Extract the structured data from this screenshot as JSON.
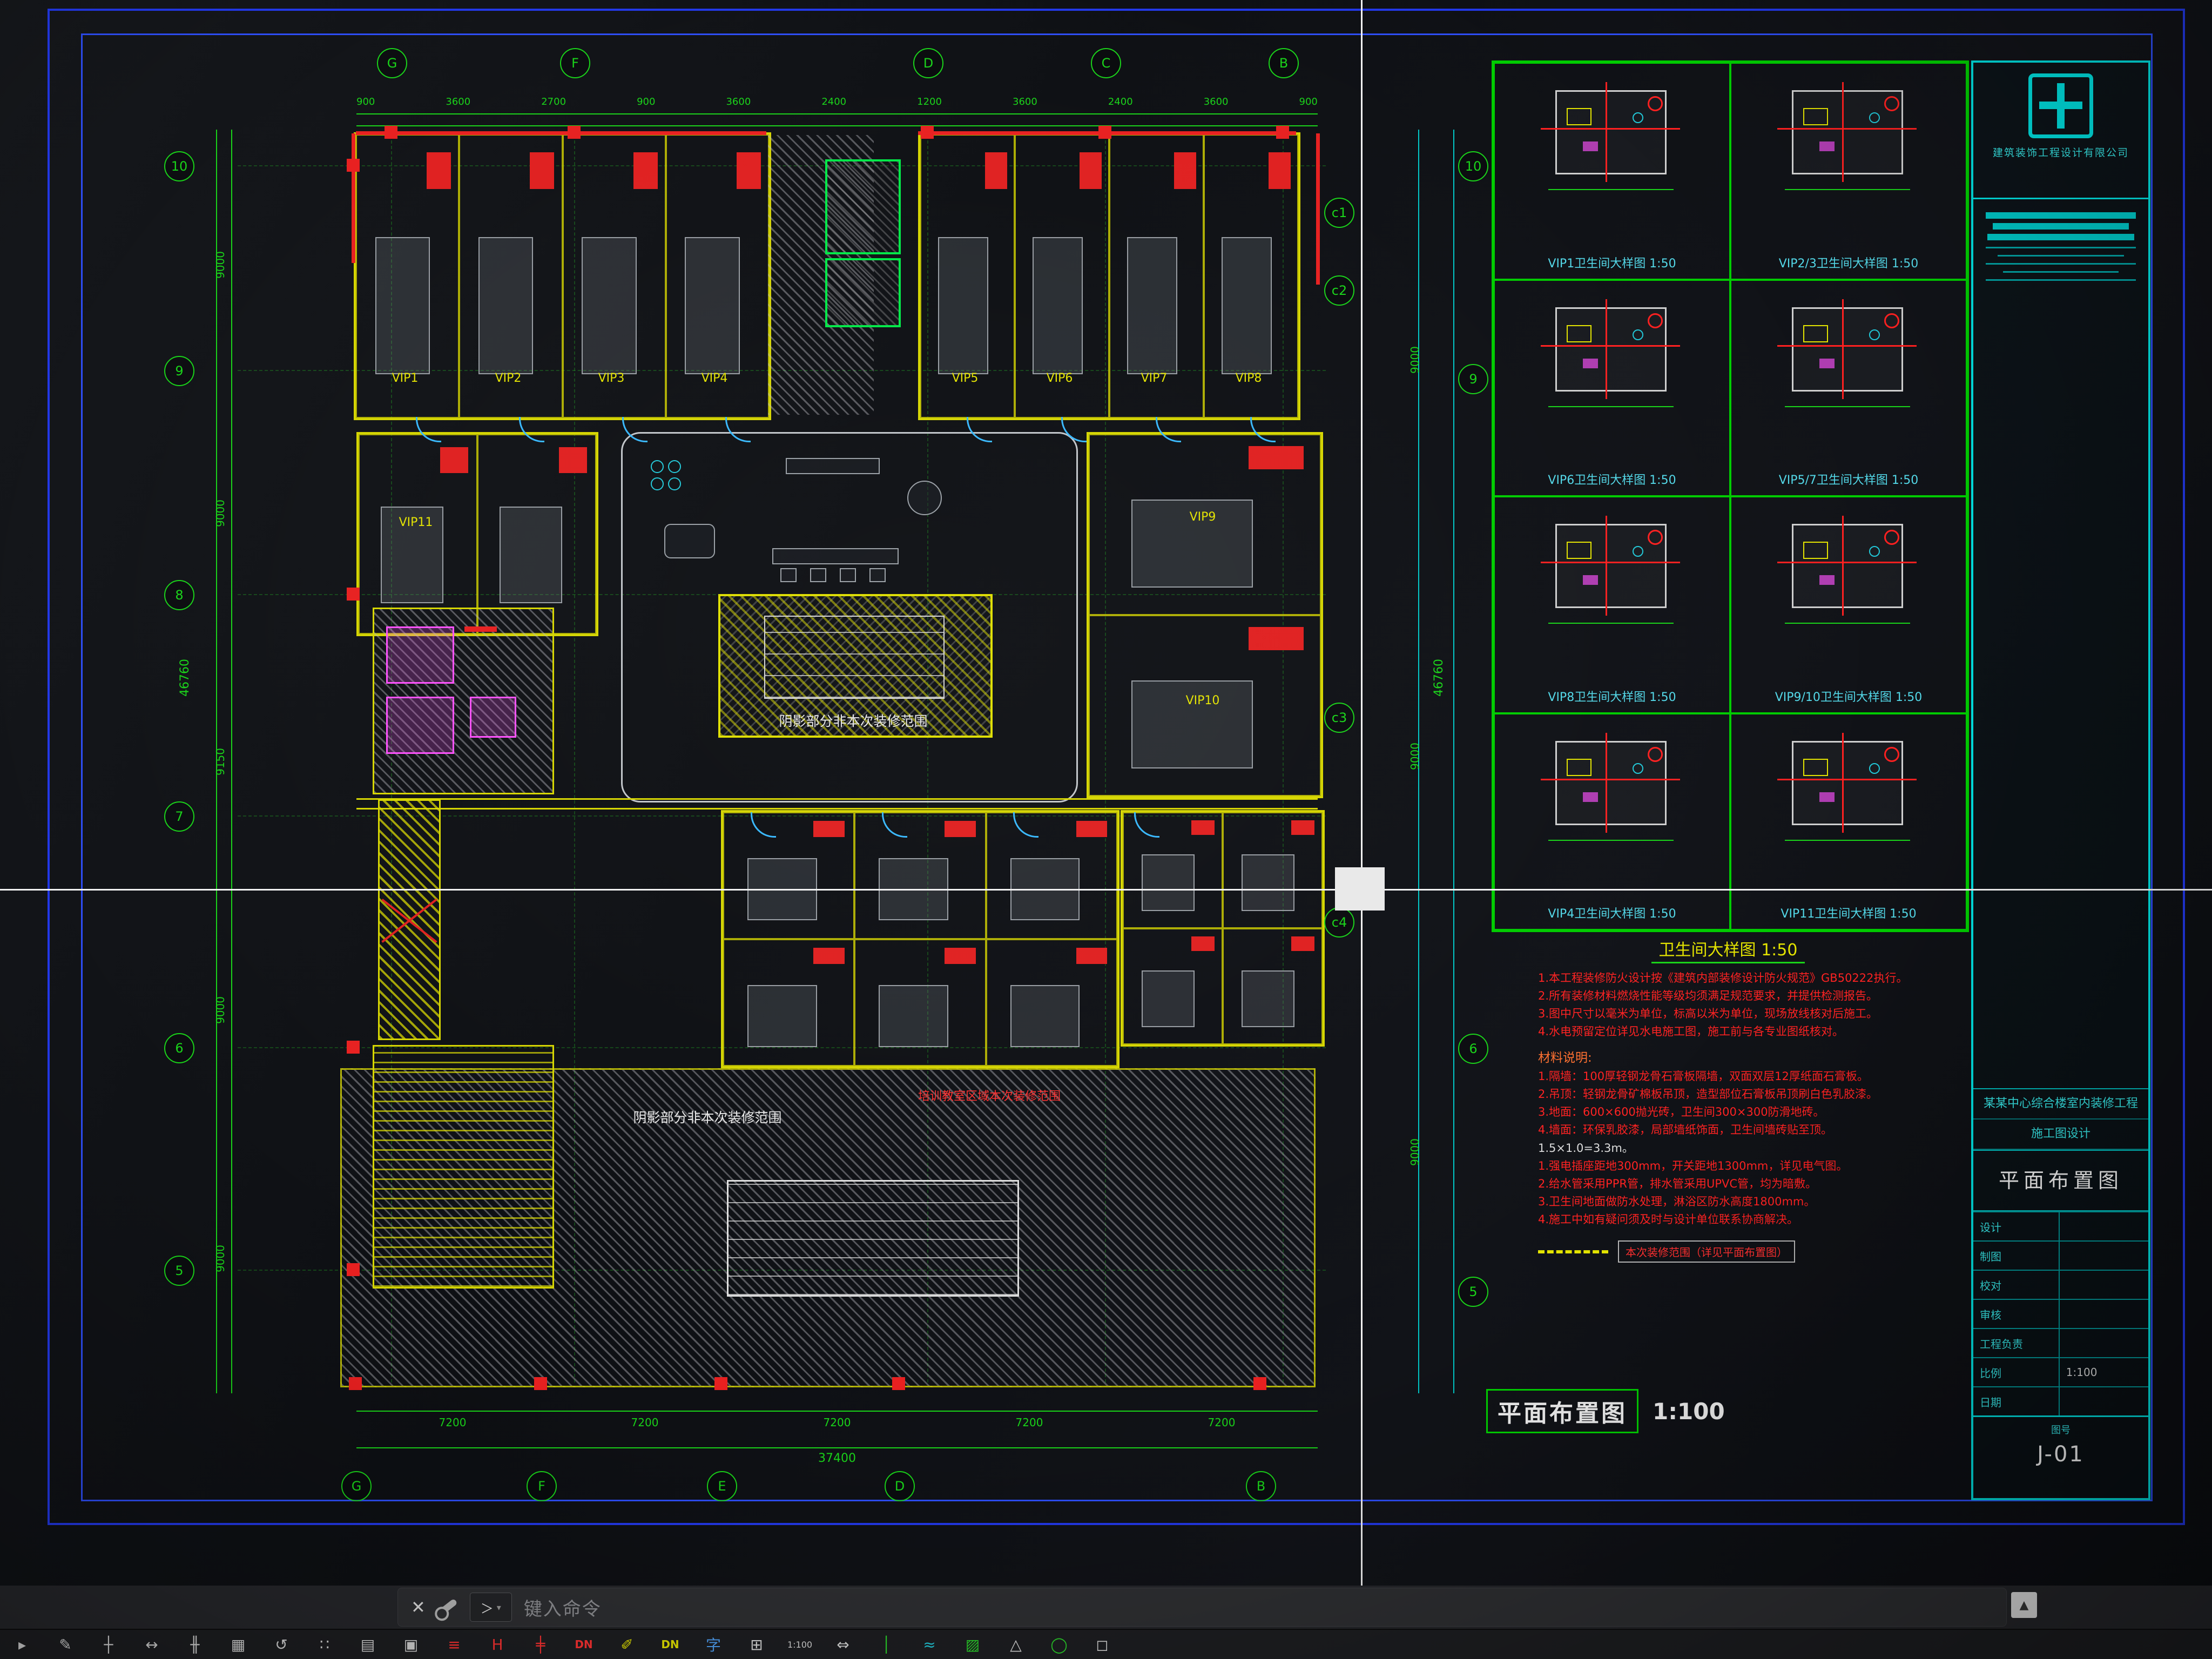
{
  "plan": {
    "grid_top": [
      "G",
      "F",
      "D",
      "C",
      "B"
    ],
    "grid_bottom": [
      "G",
      "F",
      "E",
      "D",
      "B"
    ],
    "grid_left": [
      "10",
      "9",
      "8",
      "7",
      "6",
      "5"
    ],
    "grid_right": [
      "c1",
      "c2",
      "c3",
      "c4"
    ],
    "grid_right_section": [
      "10",
      "9",
      "6",
      "5"
    ],
    "dims_top": [
      "900",
      "3600",
      "2700",
      "900",
      "3600",
      "2400",
      "1200",
      "3600",
      "2400",
      "3600",
      "900"
    ],
    "dims_bottom": [
      "7200",
      "7200",
      "7200",
      "7200",
      "7200"
    ],
    "total_width": "37400",
    "dims_left": [
      "9000",
      "9000",
      "9150",
      "9000",
      "9000"
    ],
    "dims_right": [
      "9000",
      "9000",
      "9000"
    ],
    "total_height": "46760",
    "rooms": [
      "VIP1",
      "VIP2",
      "VIP3",
      "VIP4",
      "VIP5",
      "VIP6",
      "VIP7",
      "VIP8",
      "VIP9",
      "VIP10",
      "VIP11"
    ],
    "hatch_note_center": "阴影部分非本次装修范围",
    "hatch_note_bottom": "阴影部分非本次装修范围",
    "training_note": "培训教室区域本次装修范围",
    "title": "平面布置图",
    "scale": "1:100"
  },
  "details": {
    "caption": "卫生间大样图 1:50",
    "cells": [
      {
        "label": "VIP1卫生间大样图 1:50"
      },
      {
        "label": "VIP2/3卫生间大样图 1:50"
      },
      {
        "label": "VIP6卫生间大样图 1:50"
      },
      {
        "label": "VIP5/7卫生间大样图 1:50"
      },
      {
        "label": "VIP8卫生间大样图 1:50"
      },
      {
        "label": "VIP9/10卫生间大样图 1:50"
      },
      {
        "label": "VIP4卫生间大样图 1:50"
      },
      {
        "label": "VIP11卫生间大样图 1:50"
      }
    ]
  },
  "notes": {
    "para1": [
      "1.本工程装修防火设计按《建筑内部装修设计防火规范》GB50222执行。",
      "2.所有装修材料燃烧性能等级均须满足规范要求，并提供检测报告。",
      "3.图中尺寸以毫米为单位，标高以米为单位，现场放线核对后施工。",
      "4.水电预留定位详见水电施工图，施工前与各专业图纸核对。"
    ],
    "para2_heading": "材料说明:",
    "para2": [
      "1.隔墙：100厚轻钢龙骨石膏板隔墙，双面双层12厚纸面石膏板。",
      "2.吊顶：轻钢龙骨矿棉板吊顶，造型部位石膏板吊顶刷白色乳胶漆。",
      "3.地面：600×600抛光砖，卫生间300×300防滑地砖。",
      "4.墙面：环保乳胶漆，局部墙纸饰面，卫生间墙砖贴至顶。"
    ],
    "white_line": "1.5×1.0=3.3m。",
    "para3": [
      "1.强电插座距地300mm，开关距地1300mm，详见电气图。",
      "2.给水管采用PPR管，排水管采用UPVC管，均为暗敷。",
      "3.卫生间地面做防水处理，淋浴区防水高度1800mm。",
      "4.施工中如有疑问须及时与设计单位联系协商解决。"
    ],
    "legend_label": "本次装修范围（详见平面布置图）"
  },
  "title_block": {
    "company": "建筑装饰工程设计有限公司",
    "project_lines": [
      "某某中心综合楼室内装修工程",
      "施工图设计"
    ],
    "drawing_title": "平面布置图",
    "rows": [
      {
        "label": "设计",
        "value": ""
      },
      {
        "label": "制图",
        "value": ""
      },
      {
        "label": "校对",
        "value": ""
      },
      {
        "label": "审核",
        "value": ""
      },
      {
        "label": "工程负责",
        "value": ""
      },
      {
        "label": "比例",
        "value": "1:100"
      },
      {
        "label": "日期",
        "value": ""
      }
    ],
    "sheet_label": "图号",
    "sheet_no": "J-01"
  },
  "command": {
    "close": "✕",
    "prompt": "＞",
    "caret": "▾",
    "placeholder": "键入命令",
    "scroll_up": "▲"
  },
  "toolbar": {
    "tools": [
      {
        "name": "select-cursor-icon",
        "glyph": "▸"
      },
      {
        "name": "pencil-icon",
        "glyph": "✎"
      },
      {
        "name": "crosshair-icon",
        "glyph": "┼"
      },
      {
        "name": "move-icon",
        "glyph": "↔"
      },
      {
        "name": "pipe-icon",
        "glyph": "╫"
      },
      {
        "name": "grid-icon",
        "glyph": "▦"
      },
      {
        "name": "rotate-icon",
        "glyph": "↺"
      },
      {
        "name": "array-icon",
        "glyph": "∷"
      },
      {
        "name": "layers-icon",
        "glyph": "▤"
      },
      {
        "name": "image-icon",
        "glyph": "▣"
      },
      {
        "name": "red-list-icon",
        "glyph": "≡"
      },
      {
        "name": "column-h-icon",
        "glyph": "H"
      },
      {
        "name": "rail-icon",
        "glyph": "╪"
      },
      {
        "name": "pipe-dn-icon",
        "glyph": "DN"
      },
      {
        "name": "pen-yellow-icon",
        "glyph": "✐"
      },
      {
        "name": "dn-yellow-icon",
        "glyph": "DN"
      },
      {
        "name": "text-icon",
        "glyph": "字"
      },
      {
        "name": "table-icon",
        "glyph": "⊞"
      },
      {
        "name": "scale-icon",
        "glyph": "1:100"
      },
      {
        "name": "dimension-icon",
        "glyph": "⇔"
      },
      {
        "name": "axis-icon",
        "glyph": "│"
      },
      {
        "name": "waves-icon",
        "glyph": "≈"
      },
      {
        "name": "hatch-icon",
        "glyph": "▨"
      },
      {
        "name": "angle-icon",
        "glyph": "△"
      },
      {
        "name": "circle-icon",
        "glyph": "◯"
      },
      {
        "name": "cube-icon",
        "glyph": "◻"
      }
    ]
  }
}
